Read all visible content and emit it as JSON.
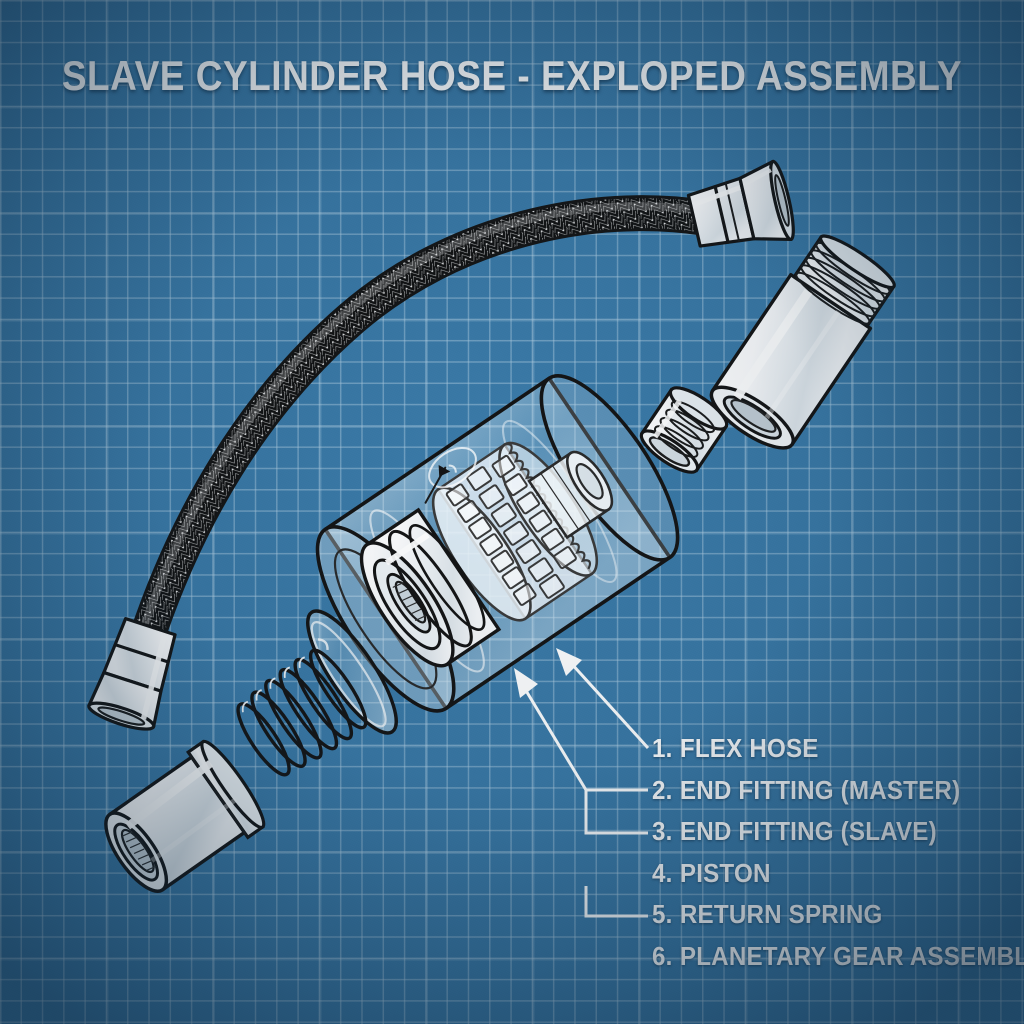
{
  "document": {
    "title": "SLAVE CYLINDER HOSE - EXPLOPED ASSEMBLY",
    "style": "blueprint exploded technical illustration",
    "background_color": "#3a7aa8",
    "grid_line_color": "#b0cee2",
    "ink_color": "#141414",
    "part_color": "#f2f5f7",
    "label_color": "#ffffff"
  },
  "legend": {
    "items": [
      {
        "num": "1.",
        "label": "FLEX HOSE"
      },
      {
        "num": "2.",
        "label": "END FITTING (MASTER)"
      },
      {
        "num": "3.",
        "label": "END FITTING (SLAVE)"
      },
      {
        "num": "4.",
        "label": "PISTON"
      },
      {
        "num": "5.",
        "label": "RETURN SPRING"
      },
      {
        "num": "6.",
        "label": "PLANETARY GEAR ASSEMBLY"
      }
    ]
  },
  "parts": {
    "flex_hose": {
      "name": "braided flex hose",
      "texture": "stainless herringbone braid",
      "callout": "1"
    },
    "hose_end_upper": {
      "name": "upper hose end fitting",
      "finish": "polished metal"
    },
    "hose_end_lower": {
      "name": "lower hose end fitting",
      "finish": "polished metal"
    },
    "end_fitting_master": {
      "name": "threaded end fitting (master)",
      "callout": "2",
      "feature": "external threads"
    },
    "lock_ring": {
      "name": "threaded lock ring",
      "feature": "internal threads"
    },
    "piston": {
      "name": "piston",
      "callout": "4",
      "feature": "internally threaded bore"
    },
    "return_spring": {
      "name": "return spring",
      "callout": "5",
      "coils": "6"
    },
    "spring_seat": {
      "name": "spring seat disc"
    },
    "planetary_gear_assembly": {
      "name": "planetary gear assembly in clear housing",
      "callout": "6",
      "feature": "sun gear, planet gears, ring gear"
    }
  },
  "callouts": [
    {
      "id": "callout-1",
      "target": "planetary-gear-housing"
    },
    {
      "id": "callout-2",
      "target": "planetary-gear-housing-lower"
    }
  ]
}
